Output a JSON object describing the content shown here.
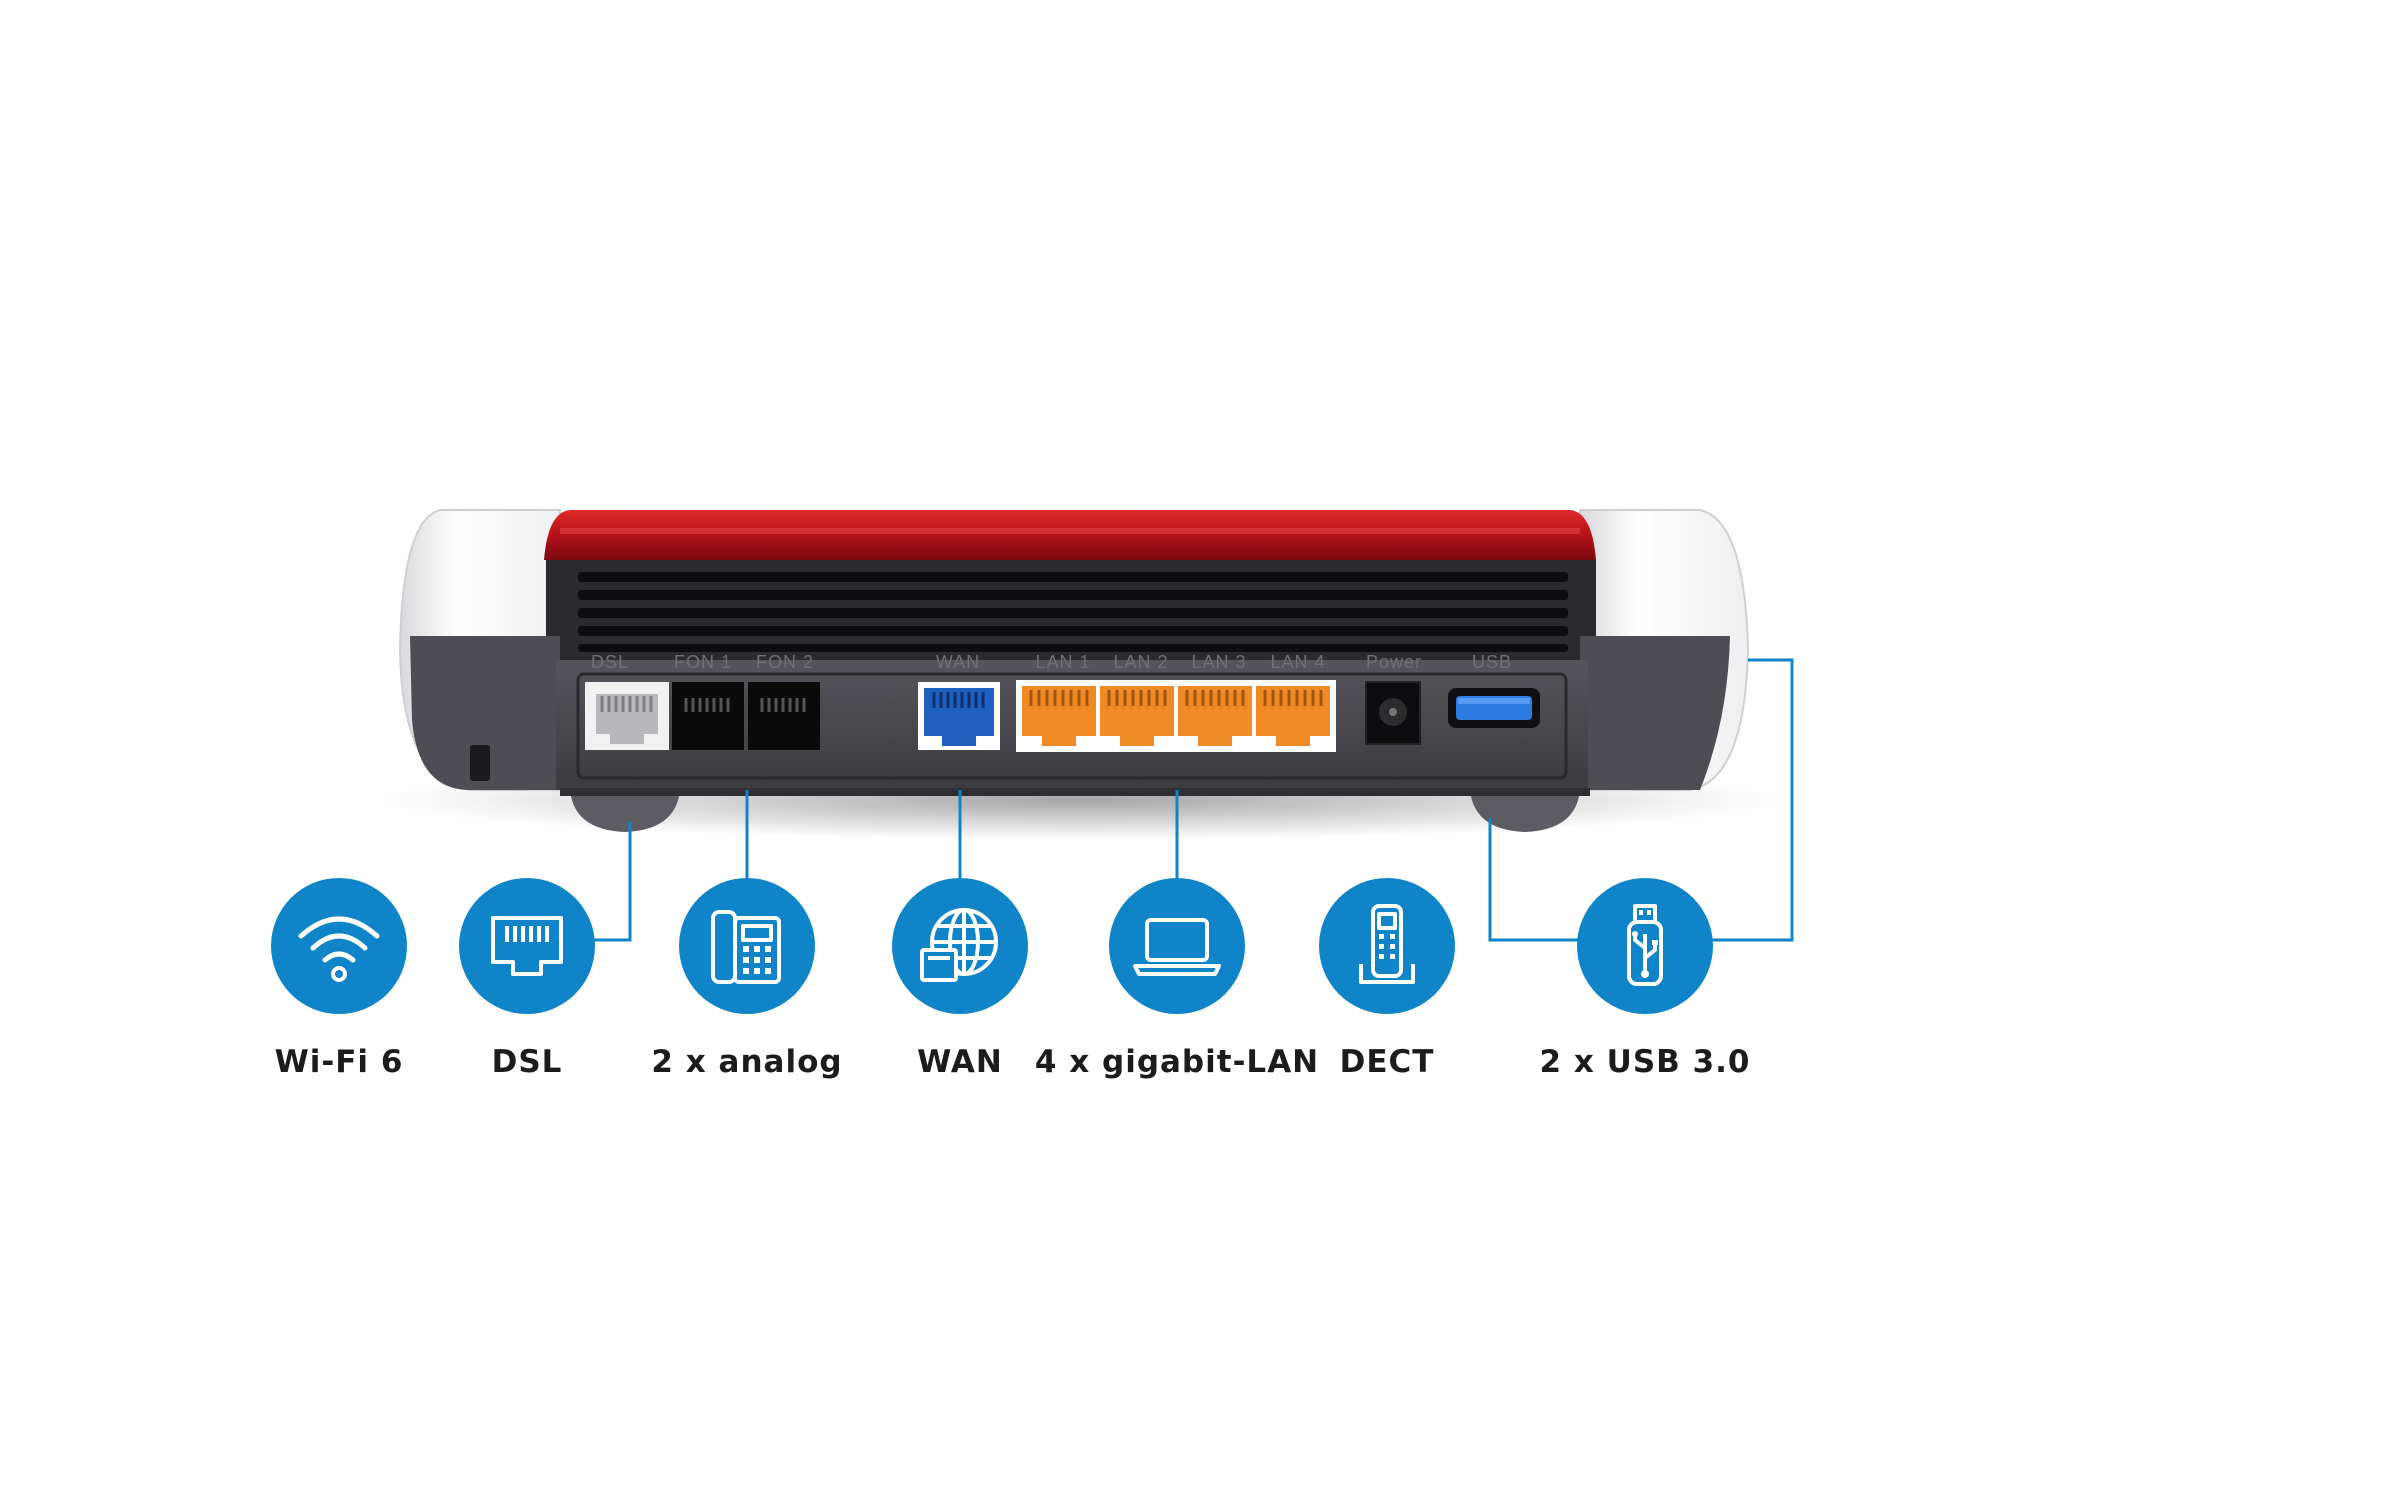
{
  "colors": {
    "accent_blue": "#0f84c8",
    "router_red": "#c1121c",
    "router_panel": "#4a4a50",
    "lan_orange": "#f08a24",
    "wan_blue": "#1f5fbf",
    "text_dark": "#1c1c1c"
  },
  "router": {
    "port_labels": {
      "dsl": "DSL",
      "fon1": "FON 1",
      "fon2": "FON 2",
      "wan": "WAN",
      "lan1": "LAN 1",
      "lan2": "LAN 2",
      "lan3": "LAN 3",
      "lan4": "LAN 4",
      "power": "Power",
      "usb": "USB"
    }
  },
  "features": [
    {
      "label": "Wi-Fi 6",
      "icon": "wifi-icon"
    },
    {
      "label": "DSL",
      "icon": "dsl-port-icon"
    },
    {
      "label": "2 x analog",
      "icon": "telephone-icon"
    },
    {
      "label": "WAN",
      "icon": "wan-globe-icon"
    },
    {
      "label": "4 x gigabit-LAN",
      "icon": "laptop-icon"
    },
    {
      "label": "DECT",
      "icon": "dect-handset-icon"
    },
    {
      "label": "2 x USB 3.0",
      "icon": "usb-stick-icon"
    }
  ]
}
